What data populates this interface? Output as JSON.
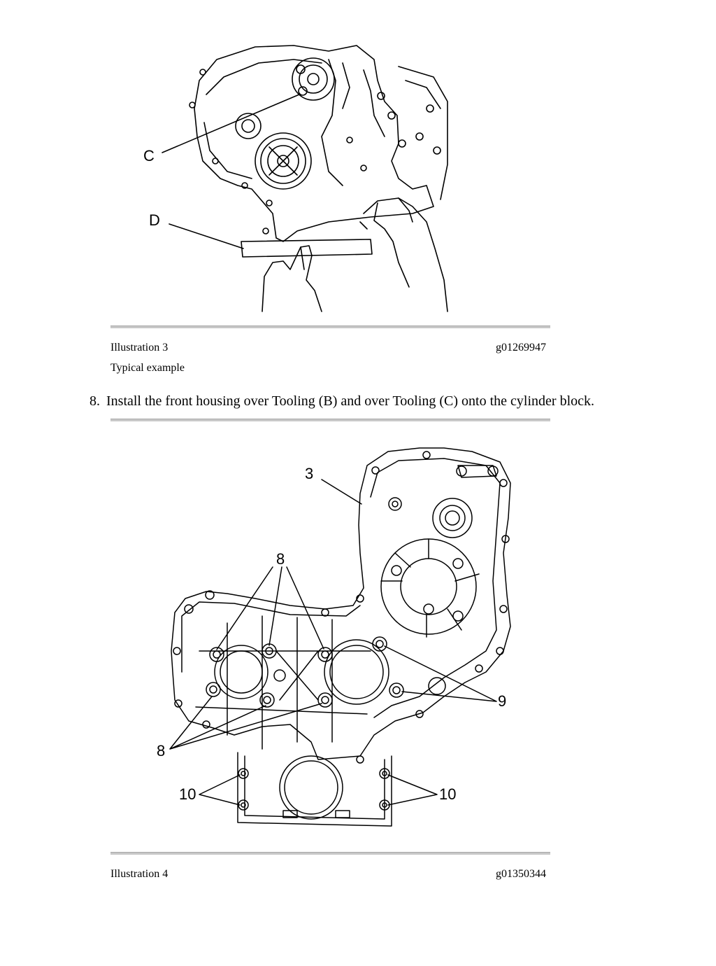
{
  "figure1": {
    "callouts": {
      "c": "C",
      "d": "D"
    },
    "caption": {
      "number": "Illustration 3",
      "code": "g01269947",
      "description": "Typical example"
    }
  },
  "step": {
    "number": "8.",
    "text": "Install the front housing over Tooling (B) and over Tooling (C) onto the cylinder block."
  },
  "figure2": {
    "callouts": {
      "housing": "3",
      "top_bolts": "8",
      "bottom_bolts": "8",
      "right_bolts": "9",
      "left_bottom": "10",
      "right_bottom": "10"
    },
    "caption": {
      "number": "Illustration 4",
      "code": "g01350344"
    }
  }
}
